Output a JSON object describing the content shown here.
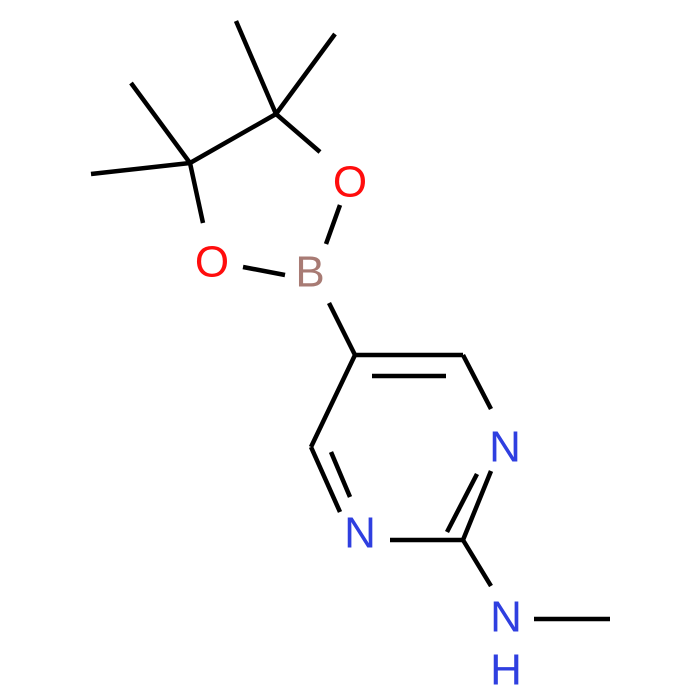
{
  "molecule": {
    "atoms": {
      "o1": {
        "label": "O",
        "color": "#ff0d0d"
      },
      "o2": {
        "label": "O",
        "color": "#ff0d0d"
      },
      "b": {
        "label": "B",
        "color": "#a87b74"
      },
      "n1": {
        "label": "N",
        "color": "#2f3fe0"
      },
      "n2": {
        "label": "N",
        "color": "#2f3fe0"
      },
      "nh_n": {
        "label": "N",
        "color": "#2f3fe0"
      },
      "nh_h": {
        "label": "H",
        "color": "#2f3fe0"
      }
    },
    "bond_color": "#000000"
  }
}
